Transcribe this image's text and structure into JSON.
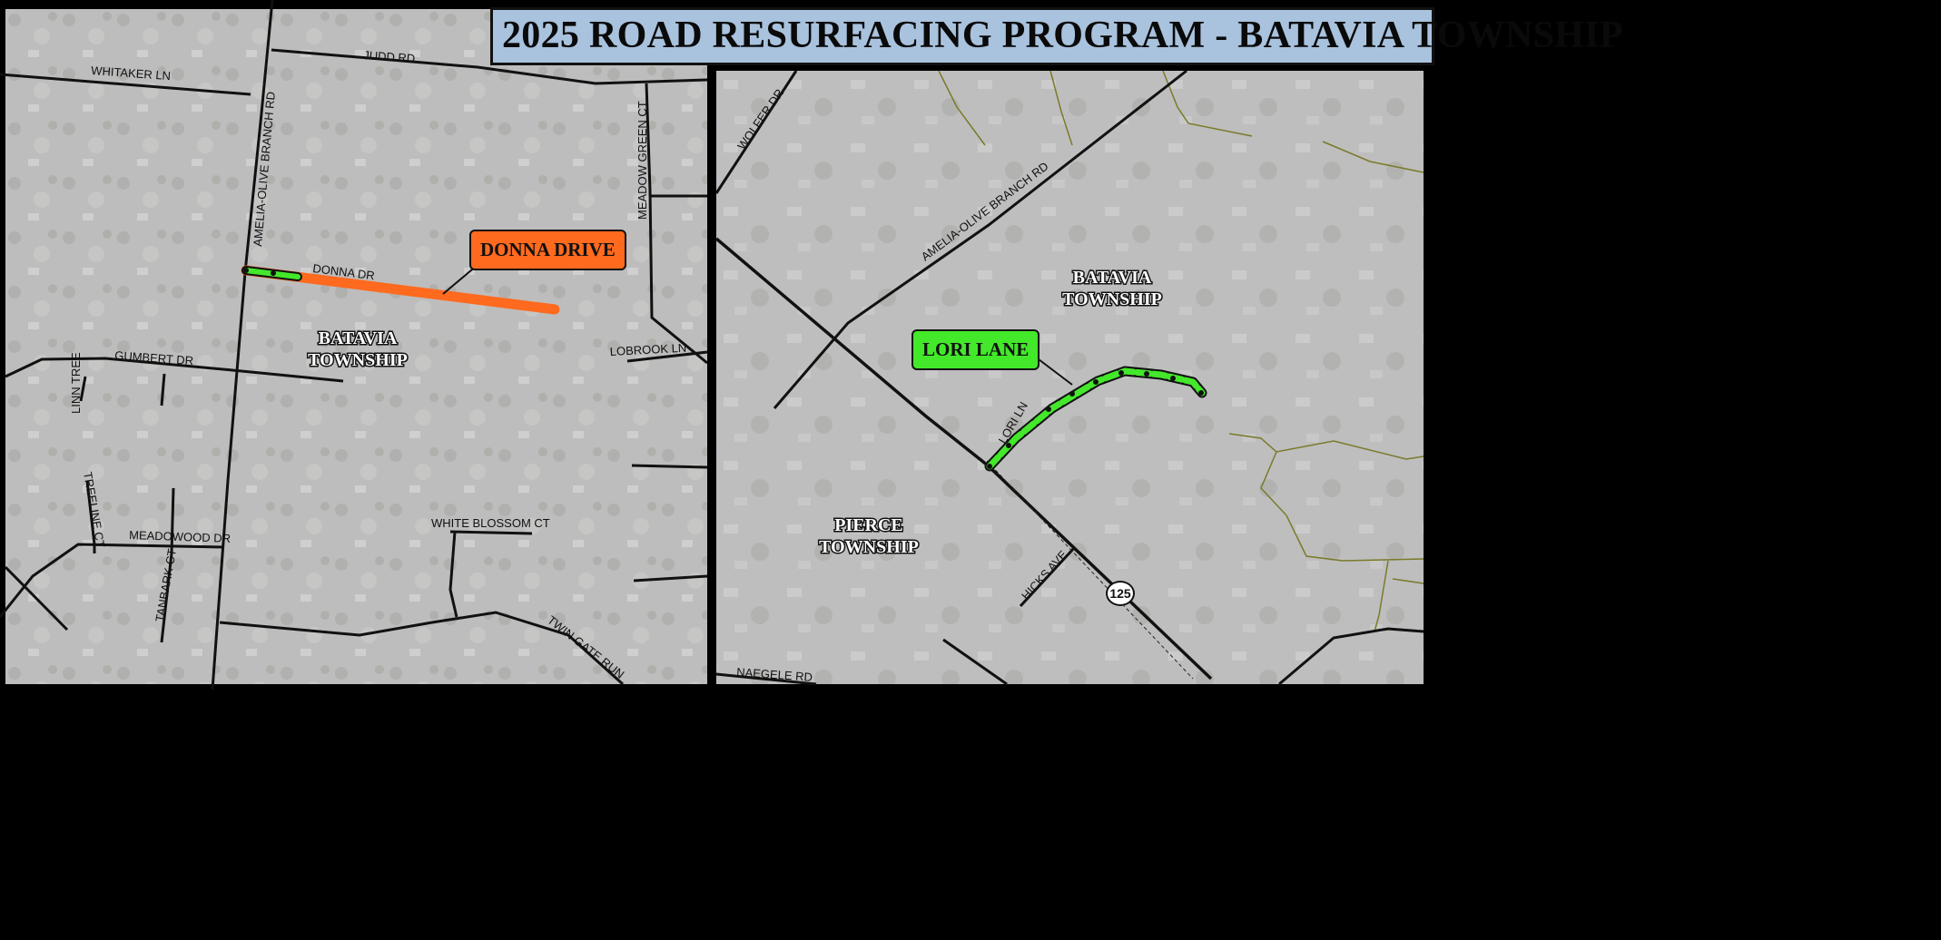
{
  "title": "2025 ROAD RESURFACING PROGRAM - BATAVIA TOWNSHIP",
  "left_map": {
    "road_labels": {
      "judd": "JUDD RD",
      "whitaker": "WHITAKER LN",
      "amelia_olive": "AMELIA-OLIVE BRANCH RD",
      "meadow_green": "MEADOW GREEN CT",
      "donna": "DONNA DR",
      "gumbert": "GUMBERT DR",
      "linn_tree": "LINN TREE",
      "lobrook": "LOBROOK LN",
      "treeline": "TREELINE CT",
      "meadowood": "MEADOWOOD DR",
      "tanbark": "TANBARK CT",
      "white_blossom": "WHITE BLOSSOM CT",
      "twin_gate": "TWIN GATE RUN"
    },
    "area_label": [
      "BATAVIA",
      "TOWNSHIP"
    ],
    "callout": "DONNA DRIVE",
    "callout_color": "#ff6a1f"
  },
  "right_map": {
    "road_labels": {
      "wolfer": "WOLFER DR",
      "amelia_olive": "AMELIA-OLIVE BRANCH RD",
      "lori": "LORI LN",
      "hicks": "HICKS AVE",
      "naegele": "NAEGELE RD"
    },
    "area_batavia": [
      "BATAVIA",
      "TOWNSHIP"
    ],
    "area_pierce": [
      "PIERCE",
      "TOWNSHIP"
    ],
    "callout": "LORI LANE",
    "callout_color": "#43e82a",
    "route_shield": "125"
  }
}
